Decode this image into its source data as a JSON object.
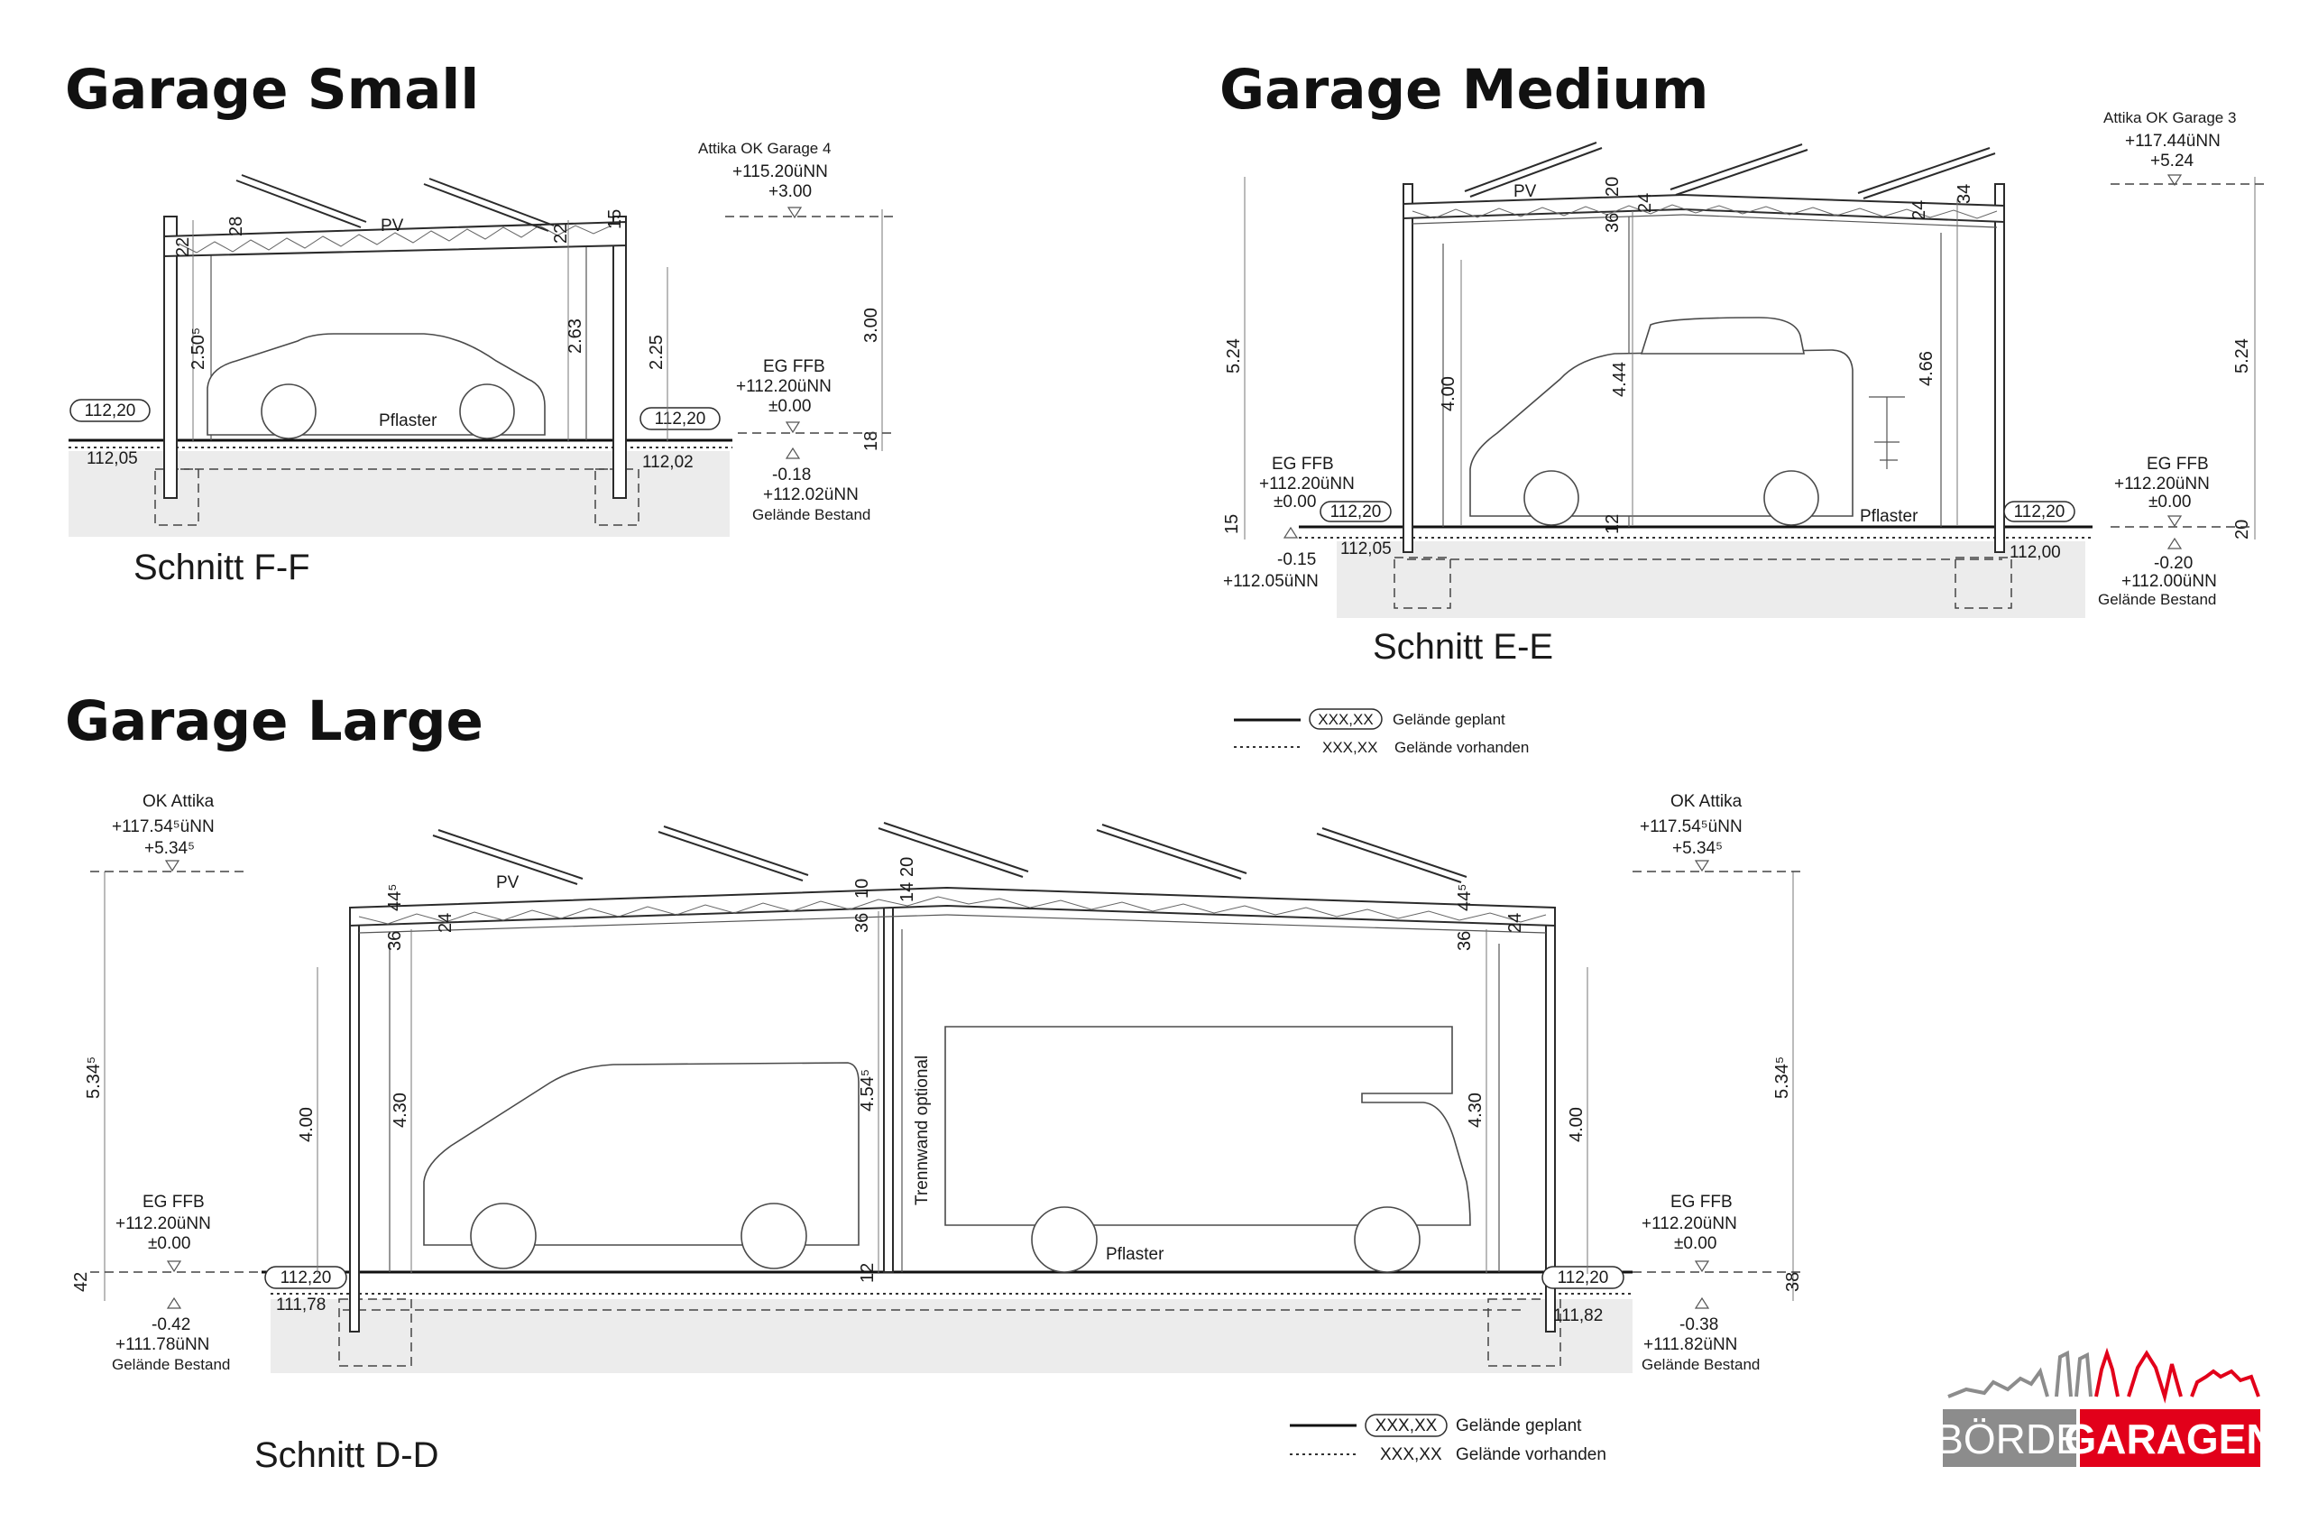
{
  "small": {
    "title": "Garage Small",
    "caption": "Schnitt F-F",
    "pv": "PV",
    "attika": {
      "name": "Attika OK Garage 4",
      "nn": "+115.20üNN",
      "rel": "+3.00"
    },
    "eg": {
      "name": "EG FFB",
      "nn": "+112.20üNN",
      "rel": "±0.00"
    },
    "gelaende": {
      "rel": "-0.18",
      "nn": "+112.02üNN",
      "name": "Gelände Bestand"
    },
    "pill_left": "112,20",
    "pill_right": "112,20",
    "level_left": "112,05",
    "level_right": "112,02",
    "pflaster": "Pflaster",
    "dims": {
      "d22a": "22",
      "d28": "28",
      "d22b": "22",
      "d15": "15",
      "d250": "2.50⁵",
      "d263": "2.63",
      "d225": "2.25",
      "d300": "3.00",
      "d18": "18"
    }
  },
  "medium": {
    "title": "Garage Medium",
    "caption": "Schnitt E-E",
    "pv": "PV",
    "attika": {
      "name": "Attika OK Garage 3",
      "nn": "+117.44üNN",
      "rel": "+5.24"
    },
    "eg_left": {
      "name": "EG FFB",
      "nn": "+112.20üNN",
      "rel": "±0.00"
    },
    "eg_right": {
      "name": "EG FFB",
      "nn": "+112.20üNN",
      "rel": "±0.00"
    },
    "gel_left": {
      "rel": "-0.15",
      "nn": "+112.05üNN"
    },
    "gel_right": {
      "rel": "-0.20",
      "nn": "+112.00üNN",
      "name": "Gelände Bestand"
    },
    "pill_left": "112,20",
    "pill_right": "112,20",
    "level_left": "112,05",
    "level_right": "112,00",
    "pflaster": "Pflaster",
    "dims": {
      "d20": "20",
      "d36": "36",
      "d24a": "24",
      "d24b": "24",
      "d34": "34",
      "d524l": "5.24",
      "d400": "4.00",
      "d444": "4.44",
      "d466": "4.66",
      "d524r": "5.24",
      "d15": "15",
      "d12": "12",
      "d20b": "20"
    }
  },
  "legend1": {
    "pill": "XXX,XX",
    "planned": "Gelände geplant",
    "plain": "XXX,XX",
    "existing": "Gelände vorhanden"
  },
  "large": {
    "title": "Garage Large",
    "caption": "Schnitt D-D",
    "pv": "PV",
    "attika_left": {
      "name": "OK Attika",
      "nn": "+117.54⁵üNN",
      "rel": "+5.34⁵"
    },
    "attika_right": {
      "name": "OK Attika",
      "nn": "+117.54⁵üNN",
      "rel": "+5.34⁵"
    },
    "eg_left": {
      "name": "EG FFB",
      "nn": "+112.20üNN",
      "rel": "±0.00"
    },
    "eg_right": {
      "name": "EG FFB",
      "nn": "+112.20üNN",
      "rel": "±0.00"
    },
    "gel_left": {
      "rel": "-0.42",
      "nn": "+111.78üNN",
      "name": "Gelände Bestand"
    },
    "gel_right": {
      "rel": "-0.38",
      "nn": "+111.82üNN",
      "name": "Gelände Bestand"
    },
    "pill_left": "112,20",
    "pill_right": "112,20",
    "level_left": "111,78",
    "level_right": "111,82",
    "pflaster": "Pflaster",
    "trennwand": "Trennwand optional",
    "dims": {
      "d445a": "44⁵",
      "d36a": "36",
      "d24a": "24",
      "d36b": "36",
      "d10": "10",
      "d14": "14",
      "d20": "20",
      "d445b": "44⁵",
      "d36c": "36",
      "d24b": "24",
      "d5345l": "5.34⁵",
      "d400l": "4.00",
      "d430l": "4.30",
      "d454": "4.54⁵",
      "d430r": "4.30",
      "d400r": "4.00",
      "d5345r": "5.34⁵",
      "d42": "42",
      "d12": "12",
      "d38": "38"
    }
  },
  "legend2": {
    "pill": "XXX,XX",
    "planned": "Gelände geplant",
    "plain": "XXX,XX",
    "existing": "Gelände vorhanden"
  },
  "logo": {
    "left": "BÖRDE",
    "right": "GARAGEN",
    "left_bg": "#8c8c8c",
    "right_bg": "#e2001a"
  }
}
